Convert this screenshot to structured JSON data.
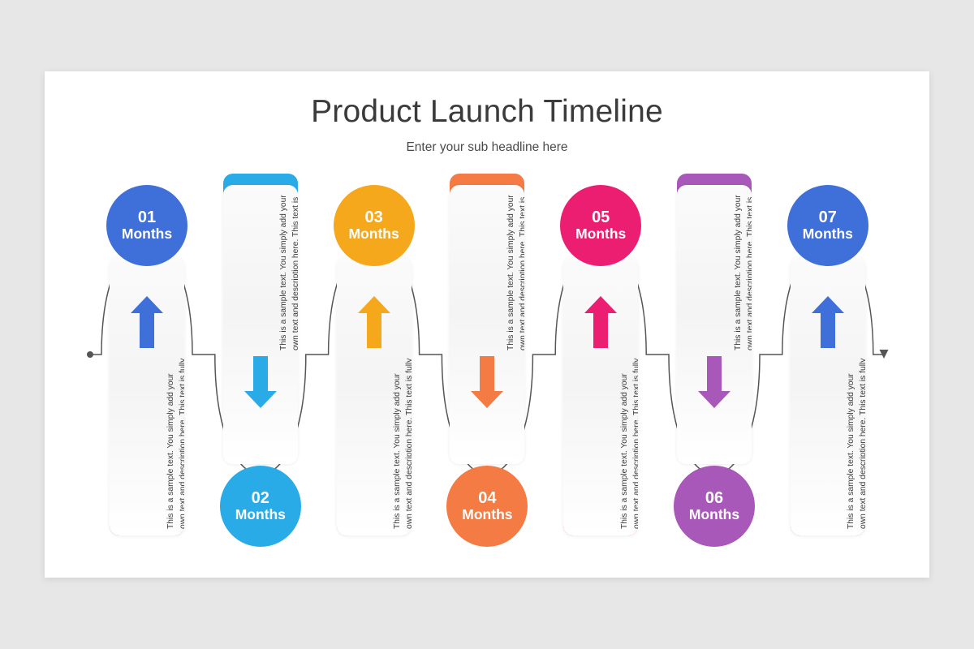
{
  "canvas": {
    "background_color": "#e8e7e8",
    "slide_color": "#ffffff"
  },
  "header": {
    "title": "Product Launch Timeline",
    "subtitle": "Enter your sub headline here"
  },
  "connector": {
    "line_color": "#555555",
    "start_marker": "dot",
    "end_marker": "arrowhead-down"
  },
  "steps": [
    {
      "number": "01",
      "unit": "Months",
      "color": "#3f6fd8",
      "orientation": "up",
      "description": "This is a sample text. You simply add your own text and description here. This text is fully editable."
    },
    {
      "number": "02",
      "unit": "Months",
      "color": "#29abe8",
      "orientation": "down",
      "description": "This is a sample text. You simply add your own text and description here. This text is fully editable."
    },
    {
      "number": "03",
      "unit": "Months",
      "color": "#f5a81c",
      "orientation": "up",
      "description": "This is a sample text. You simply add your own text and description here. This text is fully editable."
    },
    {
      "number": "04",
      "unit": "Months",
      "color": "#f47b43",
      "orientation": "down",
      "description": "This is a sample text. You simply add your own text and description here. This text is fully editable."
    },
    {
      "number": "05",
      "unit": "Months",
      "color": "#ec1e72",
      "orientation": "up",
      "description": "This is a sample text. You simply add your own text and description here. This text is fully editable."
    },
    {
      "number": "06",
      "unit": "Months",
      "color": "#a858b8",
      "orientation": "down",
      "description": "This is a sample text. You simply add your own text and description here. This text is fully editable."
    },
    {
      "number": "07",
      "unit": "Months",
      "color": "#3f6fd8",
      "orientation": "up",
      "description": "This is a sample text. You simply add your own text and description here. This text is fully editable."
    }
  ]
}
